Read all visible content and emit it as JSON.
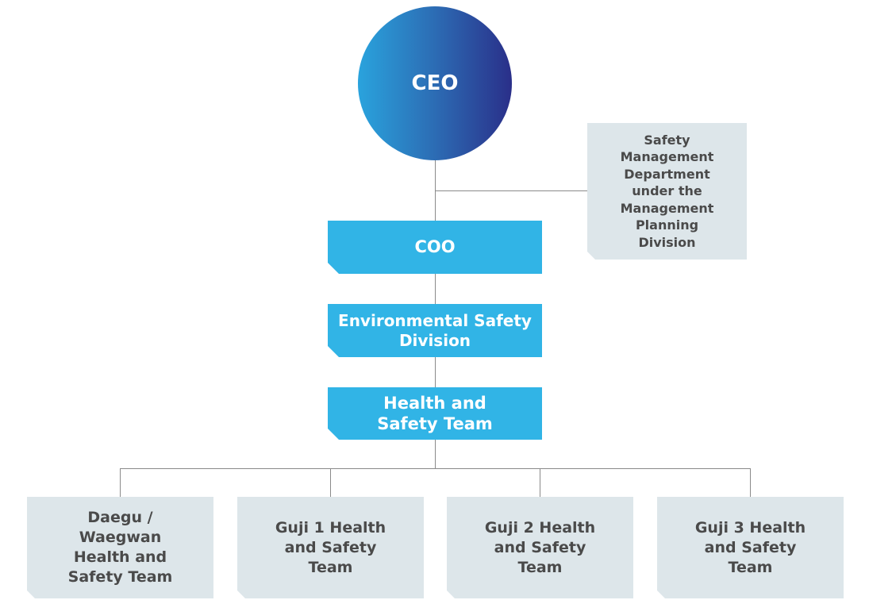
{
  "nodes": {
    "ceo": "CEO",
    "safety_mgmt": "Safety Management Department under the Management Planning Division",
    "coo": "COO",
    "env_safety": "Environmental Safety Division",
    "hs_team": "Health and Safety Team",
    "daegu": "Daegu / Waegwan Health and Safety Team",
    "guji1": "Guji 1 Health and Safety Team",
    "guji2": "Guji 2 Health and Safety Team",
    "guji3": "Guji 3 Health and Safety Team"
  },
  "colors": {
    "ceo_gradient": [
      "#2aa3dd",
      "#2a2f89"
    ],
    "blue_box": "#31b4e6",
    "gray_box": "#dde6ea",
    "connector": "#8a8a8a"
  }
}
